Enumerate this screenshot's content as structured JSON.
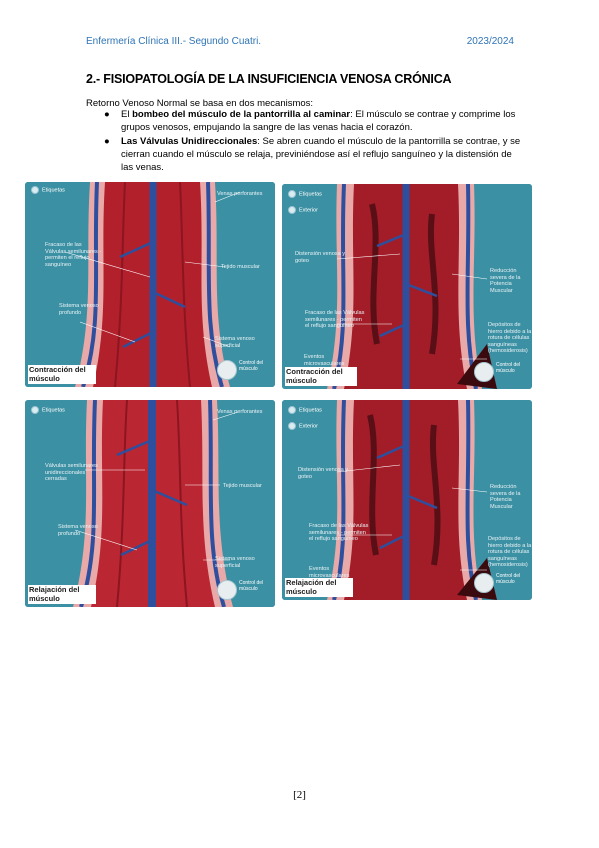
{
  "header": {
    "left": "Enfermería Clínica III.- Segundo Cuatri.",
    "right": "2023/2024"
  },
  "title": "2.- FISIOPATOLOGÍA DE LA INSUFICIENCIA VENOSA CRÓNICA",
  "intro": "Retorno Venoso Normal se basa en dos mecanismos:",
  "bullets": [
    {
      "pre": "El ",
      "bold": "bombeo del músculo de la pantorrilla al caminar",
      "rest": ": El músculo se contrae y comprime los grupos venosos, empujando la sangre de las venas hacia el corazón."
    },
    {
      "pre": "",
      "bold": "Las Válvulas Unidireccionales",
      "rest": ": Se abren cuando el músculo de la pantorrilla se contrae, y se cierran cuando el músculo se relaja, previniéndose así el reflujo sanguíneo y la distensión de las venas."
    }
  ],
  "figures": {
    "tl": {
      "etiquetas": "Etiquetas",
      "labels": [
        "Venas perforantes",
        "Fracaso de las Válvulas semilunares - permiten el reflujo sanguíneo",
        "Tejido muscular",
        "Sistema venoso profundo",
        "Sistema venoso superficial"
      ],
      "caption": "Contracción del músculo",
      "control": "Control del músculo"
    },
    "tr": {
      "etiquetas": "Etiquetas",
      "exterior": "Exterior",
      "labels": [
        "Distensión venosa y goteo",
        "Reducción severa de la Potencia Muscular",
        "Fracaso de las Válvulas semilunares - permiten el reflujo sanguíneo",
        "Depósitos de hierro debido a la rotura de células sanguíneas (hemosiderosis)",
        "Eventos microvasculares"
      ],
      "caption": "Contracción del músculo",
      "control": "Control del músculo"
    },
    "bl": {
      "etiquetas": "Etiquetas",
      "labels": [
        "Venas perforantes",
        "Válvulas semilunares unidireccionales cerradas",
        "Tejido muscular",
        "Sistema venoso profundo",
        "Sistema venoso superficial"
      ],
      "caption": "Relajación del músculo",
      "control": "Control del músculo"
    },
    "br": {
      "etiquetas": "Etiquetas",
      "exterior": "Exterior",
      "labels": [
        "Distensión venosa y goteo",
        "Reducción severa de la Potencia Muscular",
        "Fracaso de las Válvulas semilunares - permiten el reflujo sanguíneo",
        "Depósitos de hierro debido a la rotura de células sanguíneas (hemosiderosis)",
        "Eventos microvasculares"
      ],
      "caption": "Relajación del músculo",
      "control": "Control del músculo"
    }
  },
  "page_number": "[2]",
  "colors": {
    "header": "#2e74b5",
    "background_teal": "#3c90a3",
    "muscle": "#b2202c",
    "vein": "#2d4f9e"
  }
}
